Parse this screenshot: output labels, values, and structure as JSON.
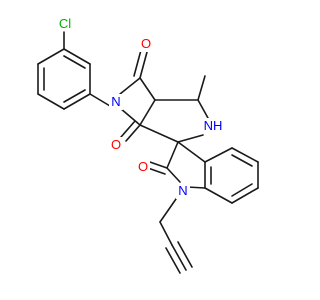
{
  "molecule": {
    "atoms": {
      "cl": "Cl",
      "n_imide": "N",
      "o_top": "O",
      "o_bottom_imide": "O",
      "nh": "NH",
      "o_lactam": "O",
      "n_indole": "N"
    },
    "colors": {
      "bond": "#1a1a1a",
      "carbon": "#1a1a1a",
      "nitrogen": "#0000ff",
      "oxygen": "#ff0000",
      "chlorine": "#00b000"
    }
  }
}
